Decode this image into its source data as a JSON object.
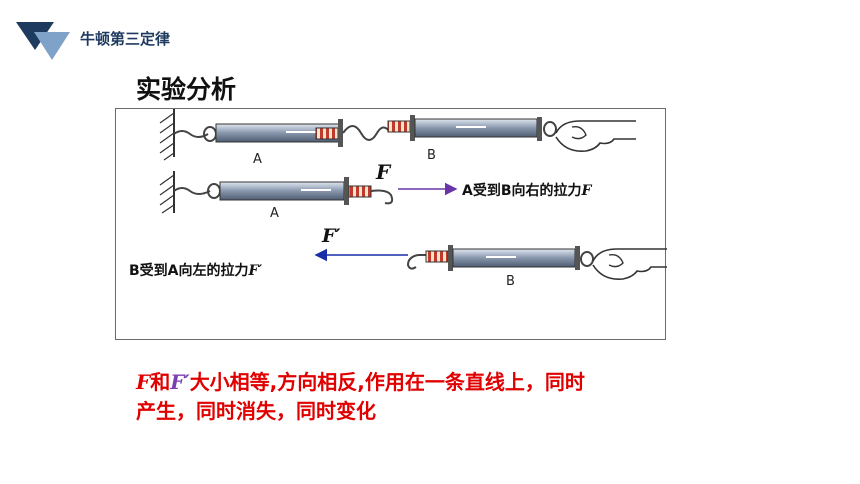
{
  "header": {
    "title": "牛顿第三定律"
  },
  "section": {
    "title": "实验分析"
  },
  "diagram": {
    "top_label_A": "A",
    "top_label_B": "B",
    "mid_label_A": "A",
    "bottom_label_B": "B",
    "force_F_symbol": "F",
    "force_F_desc_text": "A受到B向右的拉力",
    "force_F_desc_symbol": "F",
    "force_Fp_symbol": "F′",
    "force_Fp_desc_text": "B受到A向左的拉力",
    "force_Fp_desc_symbol": "F′"
  },
  "conclusion": {
    "f": "F",
    "and": "和",
    "fprime": "F′",
    "line1_rest": "大小相等,方向相反,作用在一条直线上，同时",
    "line2": "产生，同时消失，同时变化"
  },
  "colors": {
    "logo_dark": "#1f3a5f",
    "logo_light": "#7fa3c8",
    "arrow_right": "#6a35a8",
    "arrow_left": "#1a2ea8",
    "conclusion_text": "#e00000"
  }
}
